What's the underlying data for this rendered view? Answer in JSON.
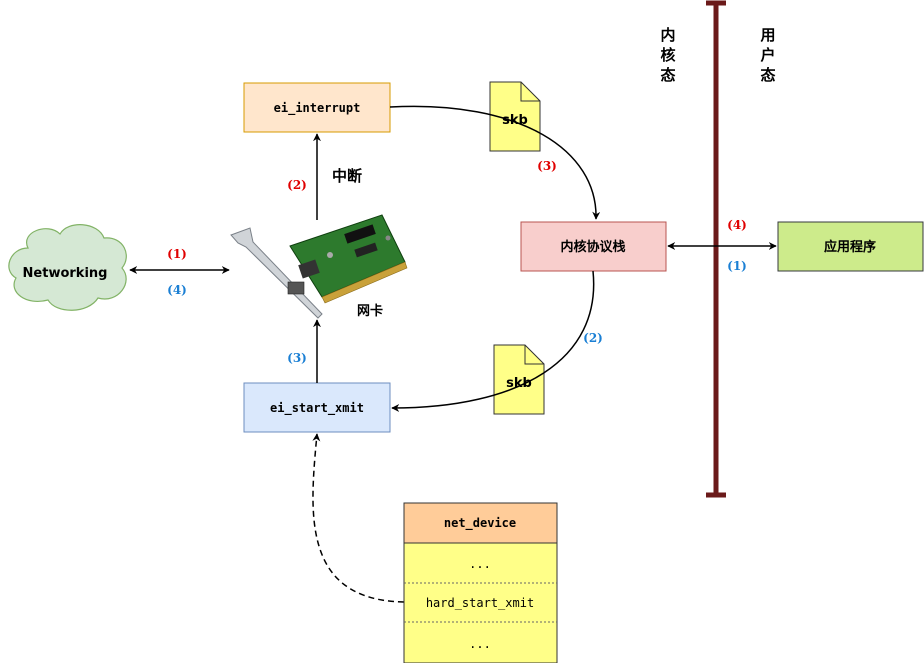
{
  "colors": {
    "red": "#e00000",
    "blue": "#1a7fd4",
    "interrupt_fill": "#ffe6cc",
    "interrupt_stroke": "#d79b00",
    "xmit_fill": "#dae8fc",
    "xmit_stroke": "#6c8ebf",
    "stack_fill": "#f8cecc",
    "stack_stroke": "#b85450",
    "app_fill": "#cdeb8b",
    "app_stroke": "#36393d",
    "cloud_fill": "#d5e8d4",
    "cloud_stroke": "#82b366",
    "skb_fill": "#ffff88",
    "netdev_header": "#ffcc99",
    "netdev_row": "#ffff88",
    "divider": "#6b1a1a"
  },
  "nodes": {
    "networking": "Networking",
    "ei_interrupt": "ei_interrupt",
    "ei_start_xmit": "ei_start_xmit",
    "kernel_stack": "内核协议栈",
    "app": "应用程序",
    "skb_top": "skb",
    "skb_bottom": "skb",
    "nic_label": "网卡",
    "interrupt_label": "中断"
  },
  "divider": {
    "kernel": [
      "内",
      "核",
      "态"
    ],
    "user": [
      "用",
      "户",
      "态"
    ]
  },
  "step_labels": {
    "net_red": "(1)",
    "net_blue": "(4)",
    "interrupt_red": "(2)",
    "skb_red": "(3)",
    "app_red": "(4)",
    "app_blue": "(1)",
    "skb_blue": "(2)",
    "xmit_blue": "(3)"
  },
  "net_device": {
    "title": "net_device",
    "rows": [
      "...",
      "hard_start_xmit",
      "..."
    ]
  }
}
